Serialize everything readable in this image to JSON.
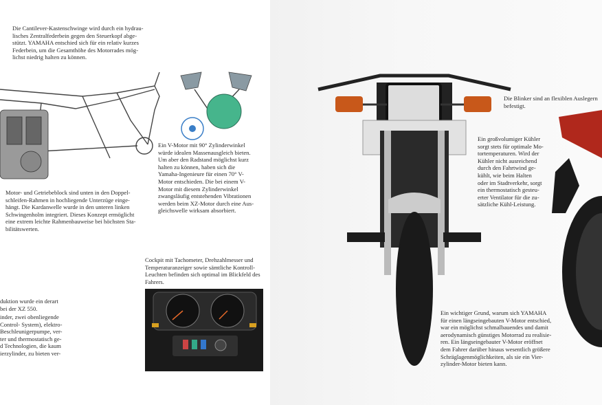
{
  "left_page": {
    "swingarm_caption": "Die Cantilever-Kastenschwinge wird durch ein hydrau-\nlisches Zentralfederbein gegen den Steuerkopf abge-\nstützt. YAMAHA entschied sich für ein relativ kurzes\nFederbein, um die Gesamthöhe des Motorrades mög-\nlichst niedrig halten zu können.",
    "frame_caption": "Motor- und Getriebeblock sind unten in den Doppel-\nschleifen-Rahmen in hochliegende Unterzüge einge-\nhängt. Die Kardanwelle wurde in den unteren linken\nSchwingenholm integriert. Dieses Konzept ermöglicht\neine extrem leichte Rahmenbauweise bei höchsten Sta-\nbilitätswerten.",
    "vmotor_caption": "Ein V-Motor mit 90° Zylinderwinkel\nwürde idealen Massenausgleich bieten.\nUm aber den Radstand möglichst kurz\nhalten zu können, haben sich die\nYamaha-Ingenieure für einen 70° V-\nMotor entschieden. Die bei einem V-\nMotor mit diesem Zylinderwinkel\nzwangsläufig entstehenden Vibrationen\nwerden beim XZ-Motor durch eine Aus-\ngleichswelle wirksam absorbiert.",
    "production_caption_top": "duktion wurde ein derart\n bei der XZ 550.",
    "production_caption_bottom": "inder, zwei obenliegende\nControl- System), elektro-\nBeschleunigerpumpe, ver-\nter und thermostatisch ge-\nd Technologien, die kaum\nierzylinder, zu bieten ver-",
    "cockpit_caption": "Cockpit mit Tachometer, Drehzahlmesser und\nTemperaturanzeiger sowie sämtliche Kontroll-\nLeuchten befinden sich optimal im Blickfeld des\nFahrers."
  },
  "right_page": {
    "blinker_caption": "Die Blinker sind an flexiblen Auslegern\nbefestigt.",
    "cooler_caption": "Ein großvolumiger Kühler\nsorgt stets für optimale Mo-\ntortemperaturen. Wird der\nKühler nicht ausreichend\ndurch den Fahrtwind ge-\nkühlt, wie beim Halten\noder im Stadtverkehr, sorgt\nein thermostatisch gesteu-\nerter Ventilator für die zu-\nsätzliche Kühl-Leistung.",
    "vmotor_reason_caption": "Ein wichtiger Grund, warum sich YAMAHA\nfür einen längseingebauten V-Motor entschied,\nwar ein möglichst schmalbauendes und damit\naerodynamisch günstiges Motorrad zu realisie-\nren. Ein längseingebauter V-Motor eröffnet\ndem Fahrer darüber hinaus wesentlich größere\nSchräglagenmöglichkeiten, als sie ein Vier-\nzylinder-Motor bieten kann."
  },
  "colors": {
    "blinker": "#c8581a",
    "tail": "#b0281c",
    "cooler_diagram": "#46b58c"
  }
}
